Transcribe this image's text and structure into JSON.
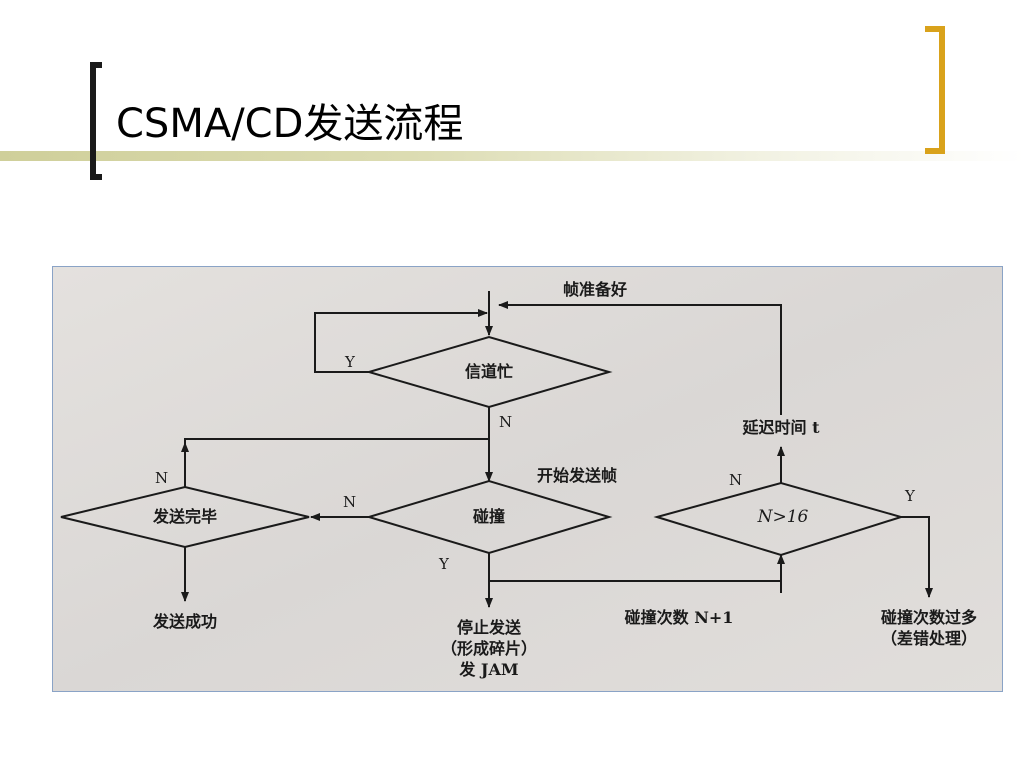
{
  "slide": {
    "title": "CSMA/CD发送流程",
    "accent_color": "#d9a21b",
    "bracket_color": "#1a1a1a"
  },
  "flowchart": {
    "start_label": "帧准备好",
    "nodes": {
      "channel_busy": "信道忙",
      "collision": "碰撞",
      "send_complete": "发送完毕",
      "n_gt_16": "N>16",
      "delay": "延迟时间 t",
      "send_success": "发送成功",
      "stop_send_line1": "停止发送",
      "stop_send_line2": "（形成碎片）",
      "stop_send_line3": "发 JAM",
      "collision_count": "碰撞次数 N+1",
      "too_many_line1": "碰撞次数过多",
      "too_many_line2": "（差错处理）"
    },
    "edge_labels": {
      "busy_yes": "Y",
      "busy_no": "N",
      "start_sending": "开始发送帧",
      "collision_no": "N",
      "collision_yes": "Y",
      "complete_no": "N",
      "n16_no": "N",
      "n16_yes": "Y"
    }
  }
}
